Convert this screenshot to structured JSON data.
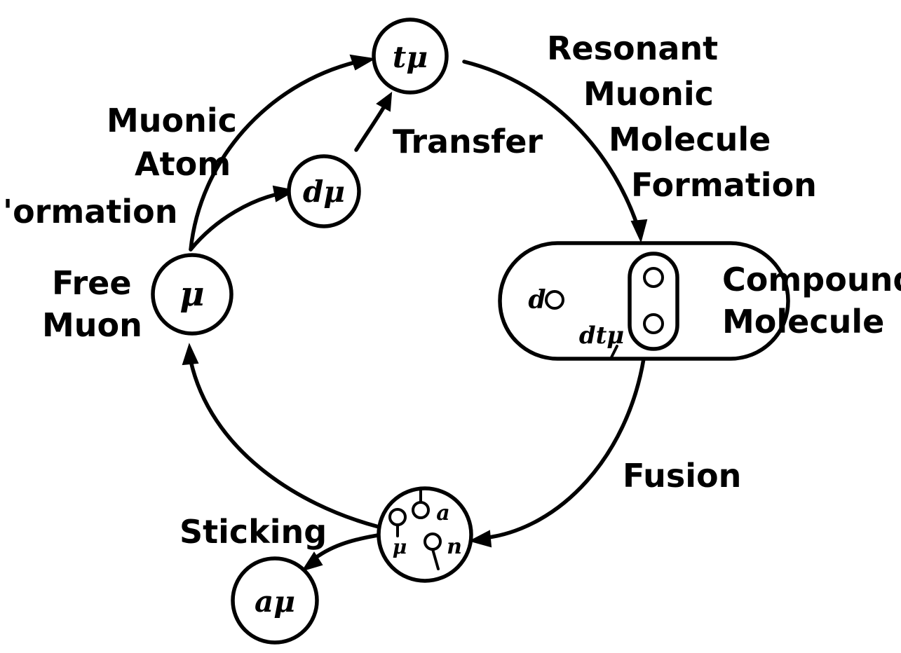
{
  "colors": {
    "ink": "#000000",
    "background": "#ffffff"
  },
  "labels": {
    "muonic_atom_formation": [
      "Muonic",
      "Atom",
      "'ormation"
    ],
    "free_muon": [
      "Free",
      "Muon"
    ],
    "transfer": "Transfer",
    "resonant_formation": [
      "Resonant",
      "Muonic",
      "Molecule",
      "Formation"
    ],
    "compound_molecule": [
      "Compound",
      "Molecule"
    ],
    "fusion": "Fusion",
    "sticking": "Sticking"
  },
  "nodes": {
    "free_muon": "μ",
    "d_mu": "dμ",
    "t_mu": "tμ",
    "alpha_mu": "aμ",
    "compound_d": "d",
    "compound_dt_mu": "dtμ",
    "fusion_alpha": "a",
    "fusion_n": "n",
    "fusion_mu": "μ"
  }
}
